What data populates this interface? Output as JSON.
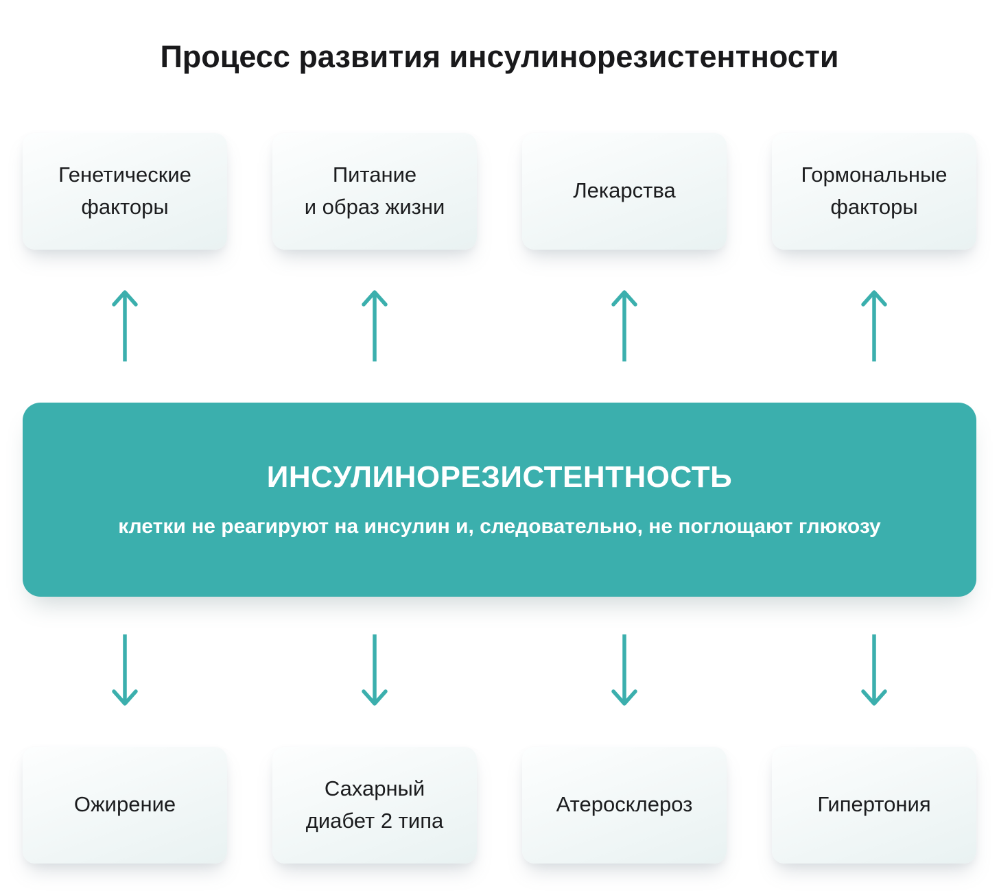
{
  "title": "Процесс развития инсулинорезистентности",
  "colors": {
    "accent": "#3BAFAD",
    "page_background": "#FFFFFF",
    "card_text": "#1B1C1E",
    "central_text": "#FFFFFF"
  },
  "causes": [
    {
      "label": "Генетические\nфакторы"
    },
    {
      "label": "Питание\nи образ жизни"
    },
    {
      "label": "Лекарства"
    },
    {
      "label": "Гормональные\nфакторы"
    }
  ],
  "central": {
    "title": "ИНСУЛИНОРЕЗИСТЕНТНОСТЬ",
    "subtitle": "клетки не реагируют на инсулин и, следовательно, не поглощают глюкозу"
  },
  "consequences": [
    {
      "label": "Ожирение"
    },
    {
      "label": "Сахарный\nдиабет 2 типа"
    },
    {
      "label": "Атеросклероз"
    },
    {
      "label": "Гипертония"
    }
  ],
  "icons": {
    "up": "arrow-up-icon",
    "down": "arrow-down-icon"
  }
}
